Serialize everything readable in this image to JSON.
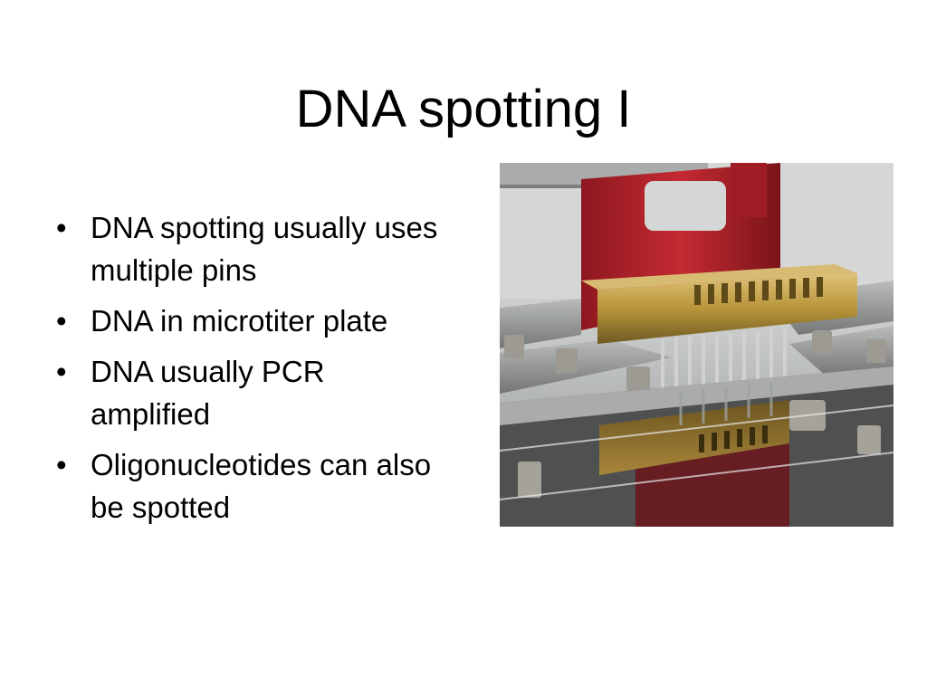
{
  "slide": {
    "title": "DNA spotting I",
    "bullets": [
      "DNA spotting usually uses multiple pins",
      "DNA in microtiter plate",
      "DNA usually PCR amplified",
      "Oligonucleotides can also be spotted"
    ],
    "bullet_glyph": "•"
  },
  "image": {
    "subject": "spotting-robot-pin-head-photo"
  },
  "colors": {
    "background": "#ffffff",
    "text": "#000000",
    "pin_holder_red": "#b0202a",
    "pin_head_gold": "#b8953a"
  }
}
